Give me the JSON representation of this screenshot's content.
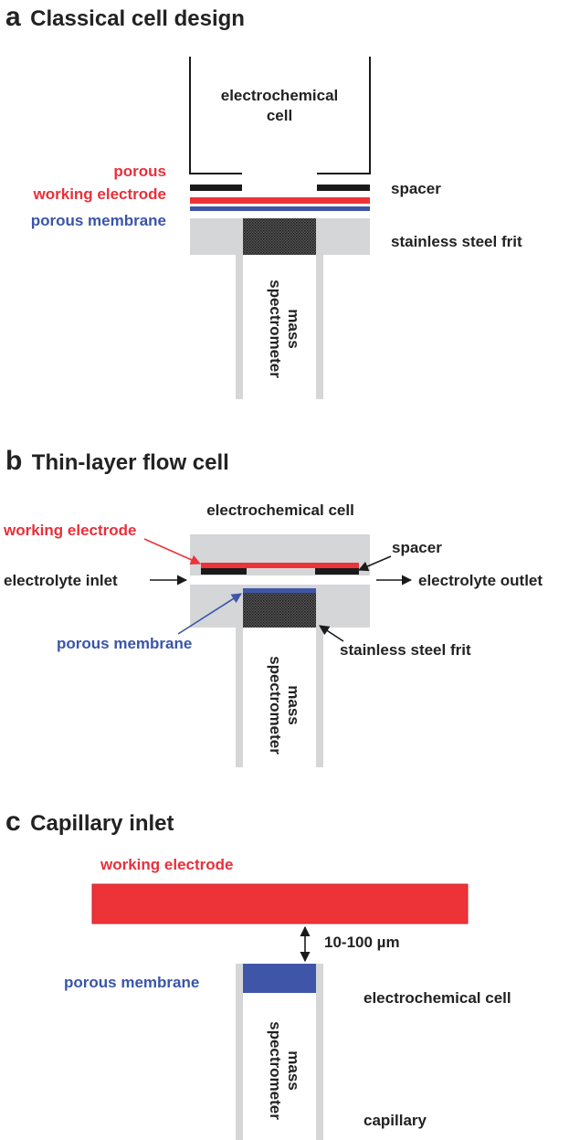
{
  "colors": {
    "electrode": "#ee3338",
    "membrane": "#3f56a8",
    "frit_wall": "#d4d6d8",
    "spacer": "#1a1a1a",
    "text": "#222222",
    "label_red": "#e8303a",
    "label_blue": "#3a55a8"
  },
  "panel_a": {
    "letter": "a",
    "title": "Classical cell design",
    "cell_line1": "electrochemical",
    "cell_line2": "cell",
    "spacer": "spacer",
    "working_line1": "porous",
    "working_line2": "working electrode",
    "membrane": "porous membrane",
    "frit": "stainless steel frit",
    "ms_line1": "mass",
    "ms_line2": "spectrometer"
  },
  "panel_b": {
    "letter": "b",
    "title": "Thin-layer flow cell",
    "cell": "electrochemical cell",
    "working": "working electrode",
    "spacer": "spacer",
    "inlet": "electrolyte inlet",
    "outlet": "electrolyte outlet",
    "membrane": "porous membrane",
    "frit": "stainless steel frit",
    "ms_line1": "mass",
    "ms_line2": "spectrometer"
  },
  "panel_c": {
    "letter": "c",
    "title": "Capillary inlet",
    "working": "working electrode",
    "gap": "10-100 µm",
    "membrane": "porous membrane",
    "cell": "electrochemical cell",
    "ms_line1": "mass",
    "ms_line2": "spectrometer",
    "capillary": "capillary"
  }
}
